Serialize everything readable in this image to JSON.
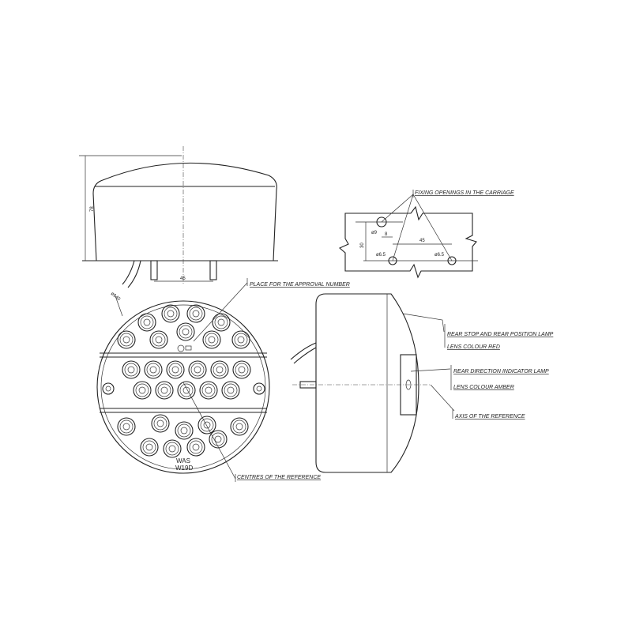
{
  "labels": {
    "fixing_openings": "FIXING OPENINGS IN THE CARRIAGE",
    "approval_place": "PLACE FOR THE APPROVAL NUMBER",
    "rear_stop": "REAR STOP AND REAR POSITION LAMP",
    "lens_red": "LENS COLOUR RED",
    "rear_direction": "REAR DIRECTION INDICATOR LAMP",
    "lens_amber": "LENS COLOUR AMBER",
    "axis_reference": "AXIS OF THE REFERENCE",
    "centres_reference": "CENTRES OF THE REFERENCE"
  },
  "dimensions": {
    "height": "78",
    "pin_spacing": "45",
    "diameter": "ø140",
    "hole_large": "ø9",
    "offset": "8",
    "vertical": "30",
    "hole_spacing": "45",
    "hole_small_1": "ø6.5",
    "hole_small_2": "ø6.5"
  },
  "markings": {
    "line1": "WAS",
    "line2": "W19D"
  }
}
